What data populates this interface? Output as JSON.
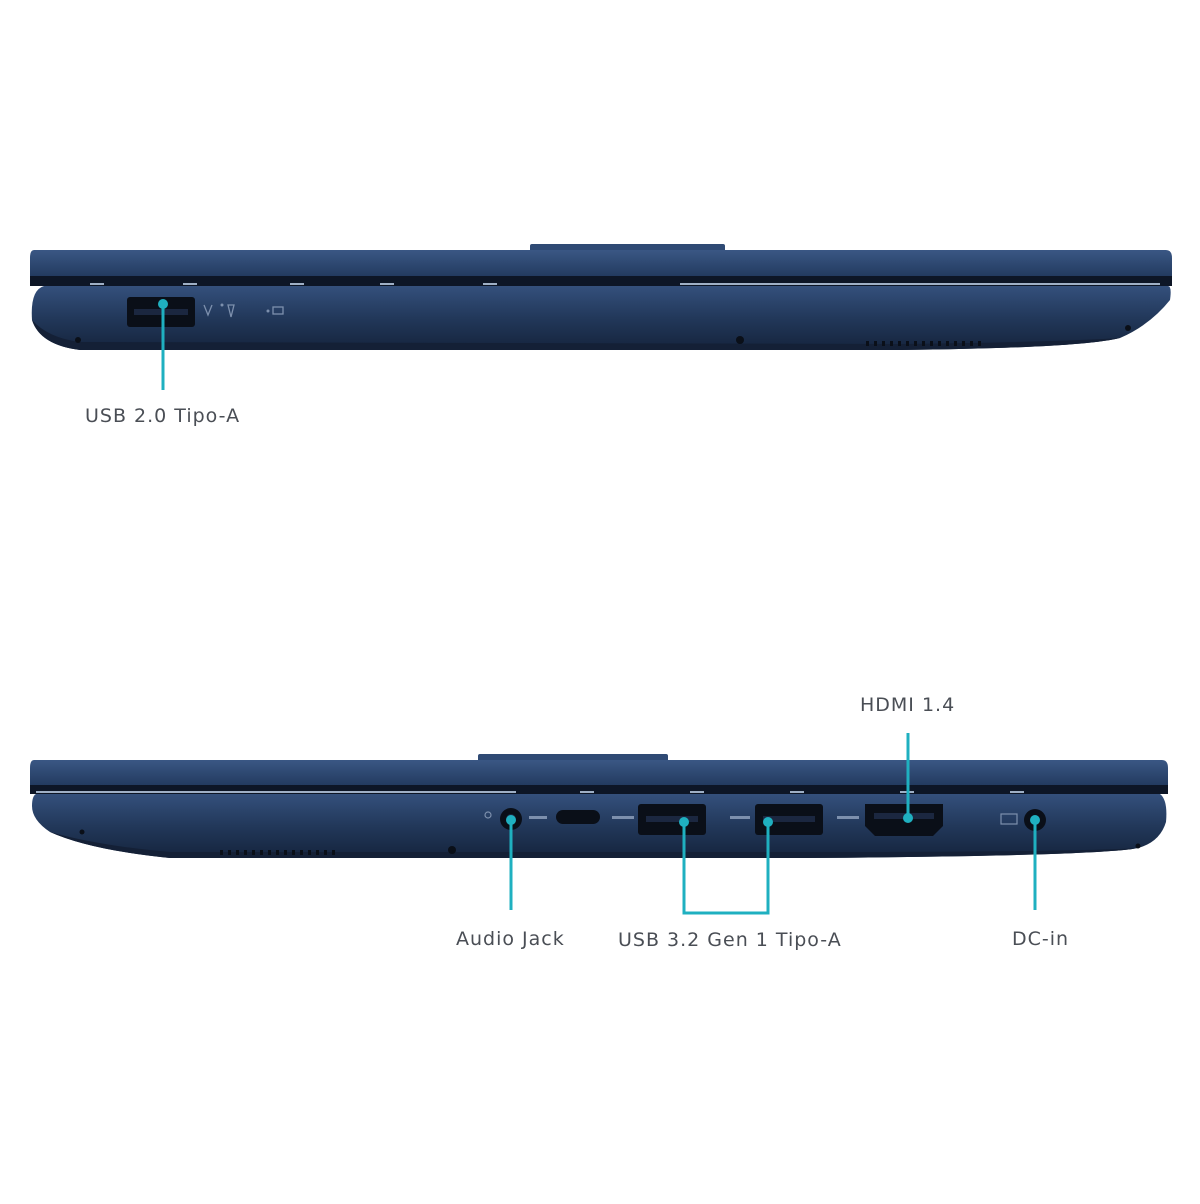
{
  "colors": {
    "body": "#22385a",
    "lid": "#2c4670",
    "dark_gap": "#0d1626",
    "port": "#0a0f18",
    "callout": "#1fb0c0",
    "label_text": "#4a4e55",
    "background": "#ffffff"
  },
  "views": [
    {
      "name": "left-side-view",
      "callouts": [
        {
          "id": "usb2",
          "label": "USB 2.0 Tipo-A"
        }
      ]
    },
    {
      "name": "right-side-view",
      "callouts": [
        {
          "id": "audio",
          "label": "Audio Jack"
        },
        {
          "id": "usb3",
          "label": "USB 3.2 Gen 1 Tipo-A"
        },
        {
          "id": "hdmi",
          "label": "HDMI 1.4"
        },
        {
          "id": "dc",
          "label": "DC-in"
        }
      ]
    }
  ]
}
